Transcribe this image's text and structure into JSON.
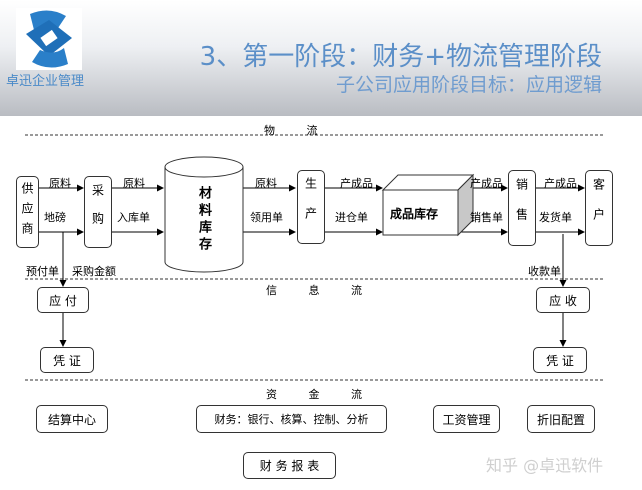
{
  "header": {
    "brand": "卓迅企业管理",
    "title": "3、第一阶段：财务+物流管理阶段",
    "subtitle": "子公司应用阶段目标：应用逻辑"
  },
  "sections": {
    "logistics": "物 流",
    "info": "信 息 流",
    "funds": "资 金 流"
  },
  "nodes": {
    "supplier": "供应商",
    "purchase": "采购",
    "material_stock": "材料库存",
    "production": "生产",
    "product_stock": "成品库存",
    "sales": "销售",
    "customer": "客户",
    "payable": "应 付",
    "voucher_left": "凭 证",
    "receivable": "应 收",
    "voucher_right": "凭 证"
  },
  "edges": {
    "e1_top": "原料",
    "e1_bot": "地磅",
    "e2_top": "原料",
    "e2_bot": "入库单",
    "e3_top": "原料",
    "e3_bot": "领用单",
    "e4_top": "产成品",
    "e4_bot": "进仓单",
    "e5_top": "产成品",
    "e5_bot": "销售单",
    "e6_top": "产成品",
    "e6_bot": "发货单",
    "prepay": "预付单",
    "purchase_amount": "采购金额",
    "receipt": "收款单"
  },
  "funds": {
    "settlement": "结算中心",
    "finance": "财务：银行、核算、控制、分析",
    "payroll": "工资管理",
    "depreciation": "折旧配置",
    "reports": "财 务 报 表"
  },
  "watermark": "知乎 @卓迅软件"
}
